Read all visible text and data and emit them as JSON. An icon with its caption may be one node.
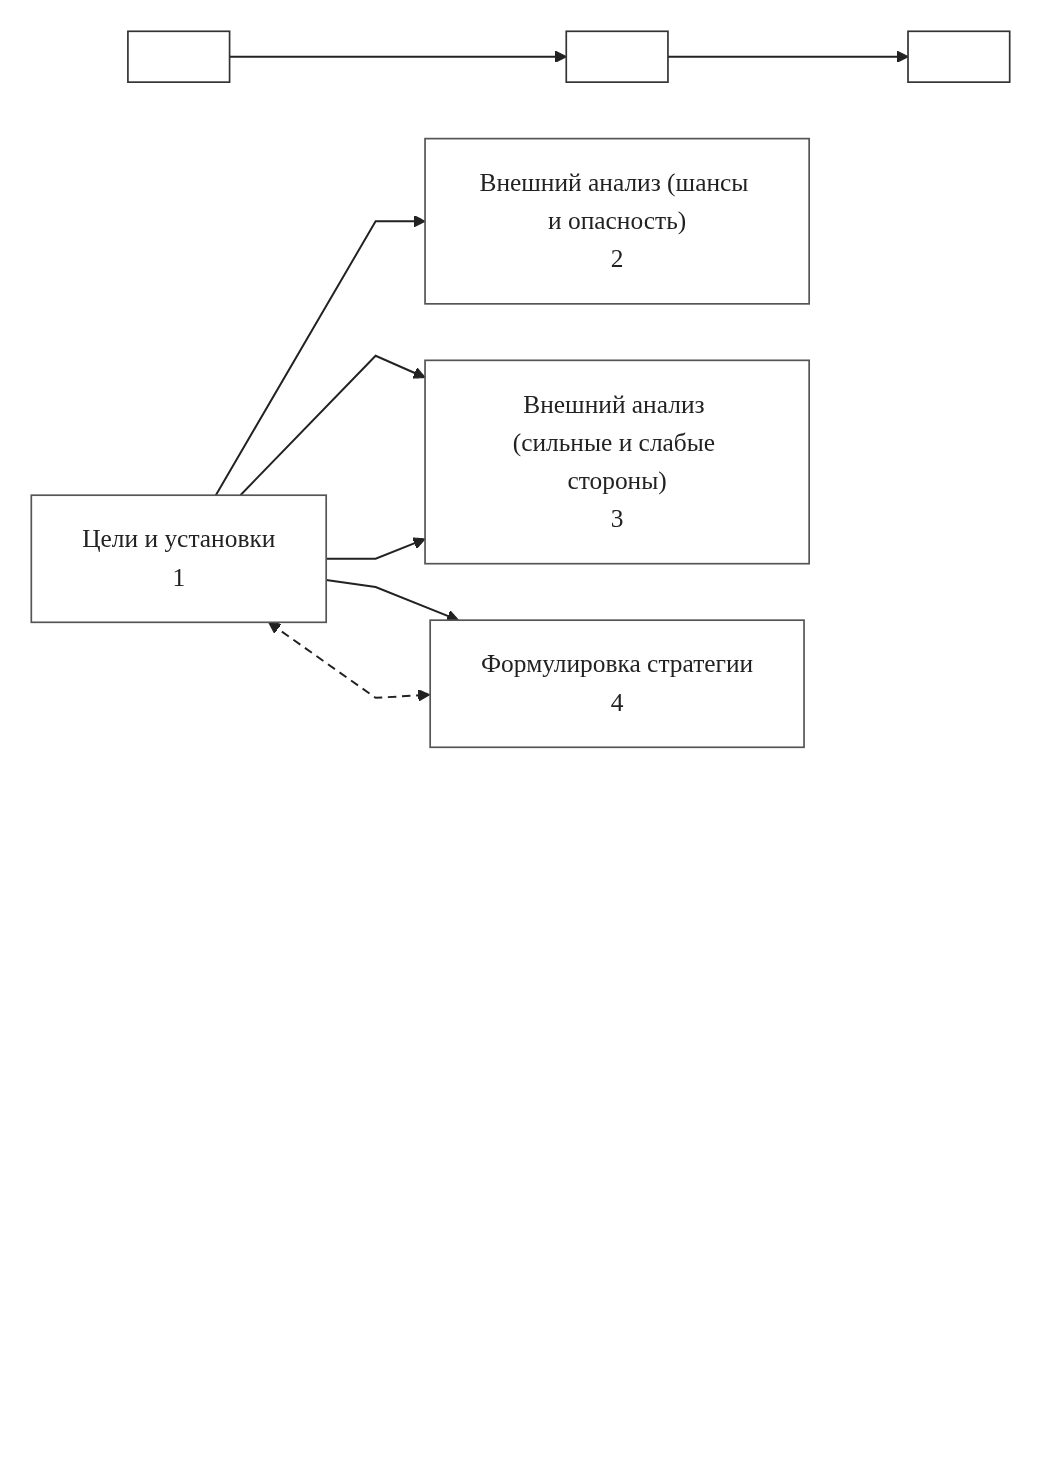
{
  "diagram": {
    "nodes": [
      {
        "text": [],
        "shape": "box"
      },
      {
        "text": [],
        "shape": "box"
      },
      {
        "text": [],
        "shape": "box"
      },
      {
        "text": [
          "Цели и установки",
          "1"
        ]
      },
      {
        "text": [
          "Внешний анализ (шансы и опасность)",
          "2"
        ]
      },
      {
        "text": [
          "Внешний анализ (сильные и слабые стороны)",
          "3"
        ]
      },
      {
        "text": [
          "Формулировка стратегии",
          "4"
        ]
      }
    ],
    "edges": [
      {
        "from": 0,
        "to": 1,
        "arrow": "to"
      },
      {
        "from": 1,
        "to": 2,
        "arrow": "to"
      },
      {
        "from": 3,
        "to": 4,
        "arrow": "to"
      },
      {
        "from": 3,
        "to": 5,
        "arrow": "to"
      },
      {
        "from": 3,
        "to": 5,
        "arrow": "to"
      },
      {
        "from": 3,
        "to": 6,
        "arrow": "to"
      },
      {
        "from": 6,
        "to": 3,
        "arrow": "both",
        "style": "dashed"
      }
    ]
  }
}
